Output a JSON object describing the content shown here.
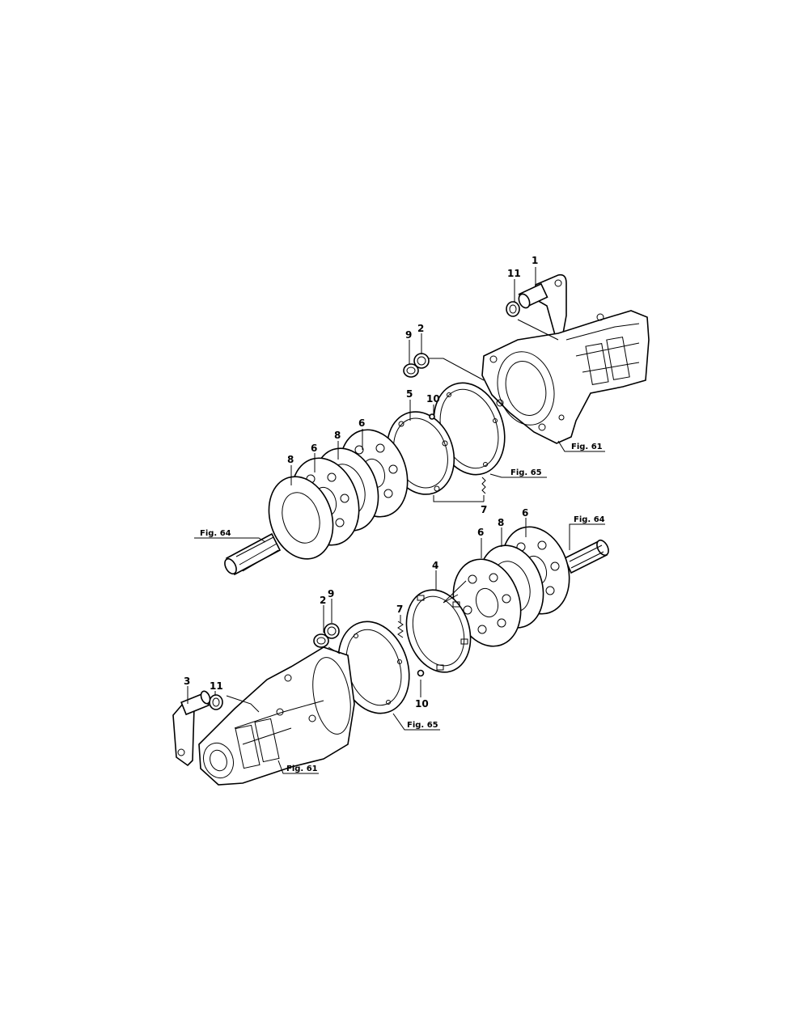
{
  "callouts": {
    "c1": "1",
    "c11a": "11",
    "c9a": "9",
    "c2a": "2",
    "c10a": "10",
    "c5": "5",
    "c6a": "6",
    "c8a": "8",
    "c6b": "6",
    "c8b": "8",
    "c7a": "7",
    "c4": "4",
    "c7b": "7",
    "c6c": "6",
    "c8c": "8",
    "c6d": "6",
    "c2b": "2",
    "c9b": "9",
    "c11b": "11",
    "c3": "3",
    "c10b": "10"
  },
  "refs": {
    "fig61a": "Fig. 61",
    "fig65a": "Fig. 65",
    "fig64a": "Fig. 64",
    "fig64b": "Fig. 64",
    "fig65b": "Fig. 65",
    "fig61b": "Fig. 61"
  }
}
